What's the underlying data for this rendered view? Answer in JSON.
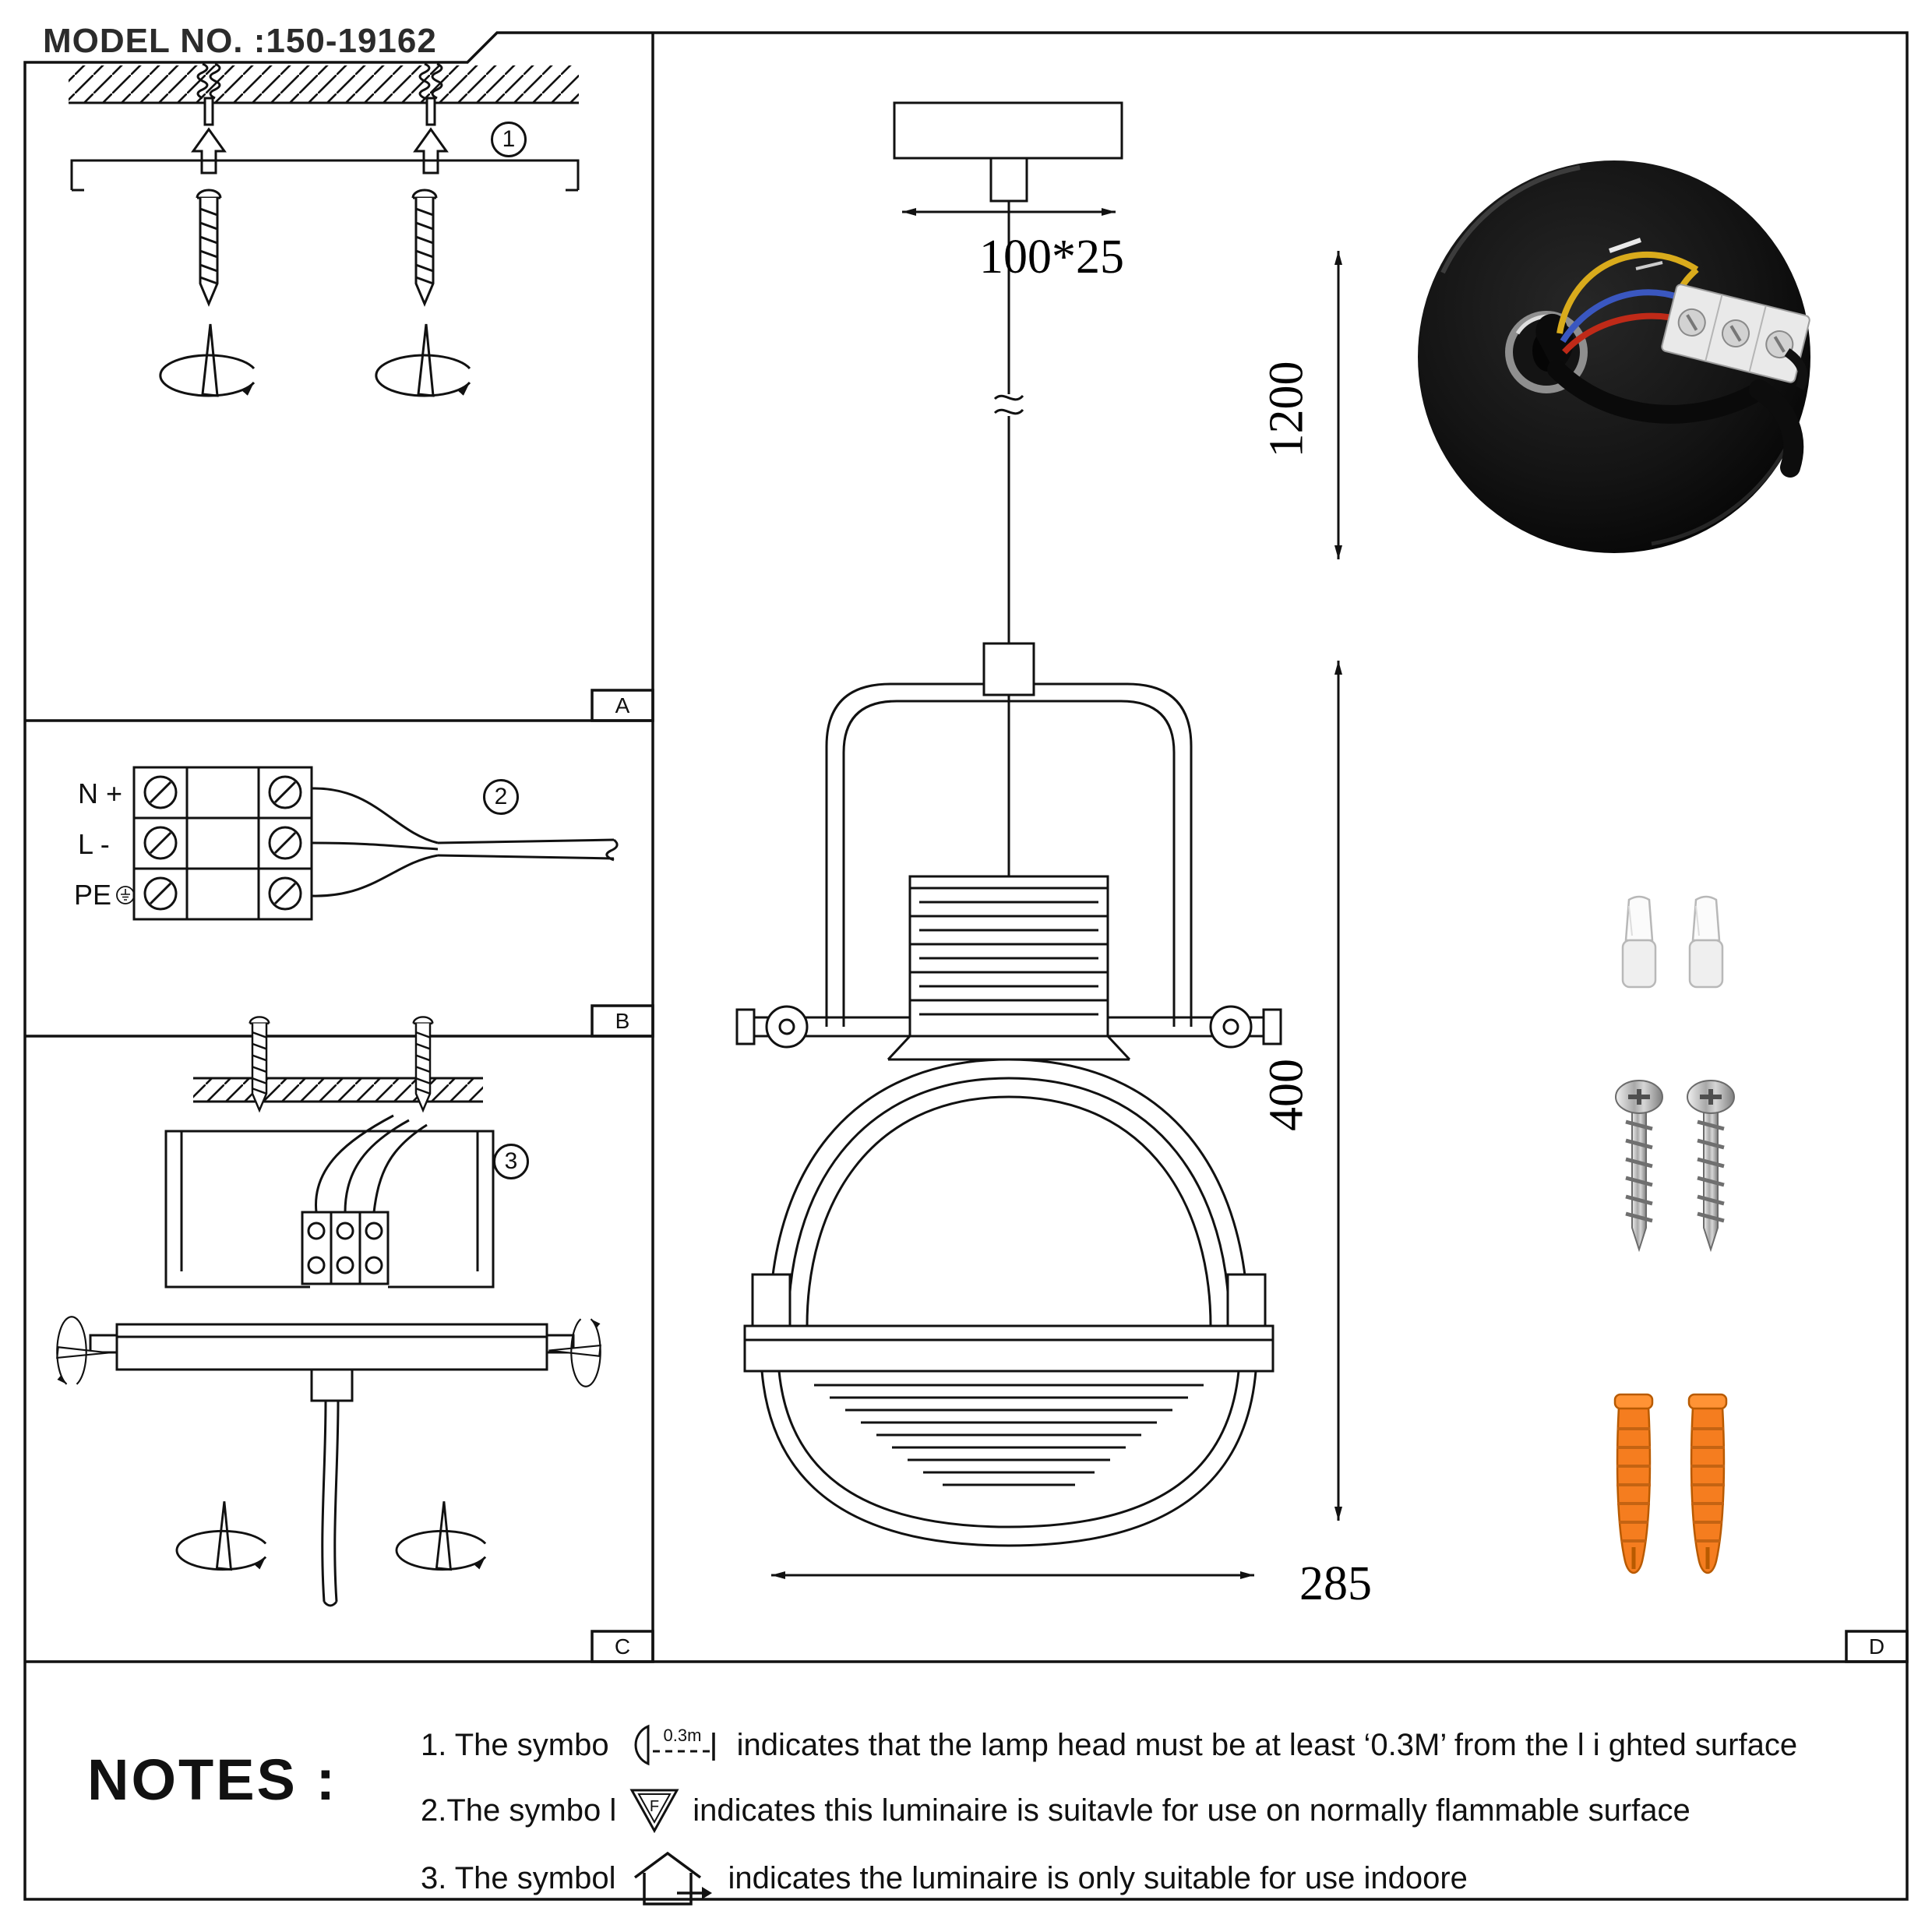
{
  "header": {
    "model_no": "MODEL NO. :150-19162"
  },
  "panel_labels": {
    "a": "A",
    "b": "B",
    "c": "C",
    "d": "D"
  },
  "steps": {
    "s1": "1",
    "s2": "2",
    "s3": "3"
  },
  "terminal_block": {
    "row1": "N +",
    "row2": "L -",
    "row3": "PE"
  },
  "dims": {
    "canopy": "100*25",
    "drop": "1200",
    "body_height": "400",
    "body_width": "285"
  },
  "notes": {
    "heading": "NOTES :",
    "symbol_03m_label": "0.3m",
    "symbol_f_label": "F",
    "items": [
      {
        "pre": "1. The symbo",
        "post": "indicates that the lamp head must be at least ‘0.3M’ from the l i ghted surface"
      },
      {
        "pre": "2.The symbo l",
        "post": "indicates this luminaire is suitavle for use on normally flammable surface"
      },
      {
        "pre": "3. The symbol",
        "post": "indicates the luminaire is only suitable for use indoore"
      }
    ]
  }
}
